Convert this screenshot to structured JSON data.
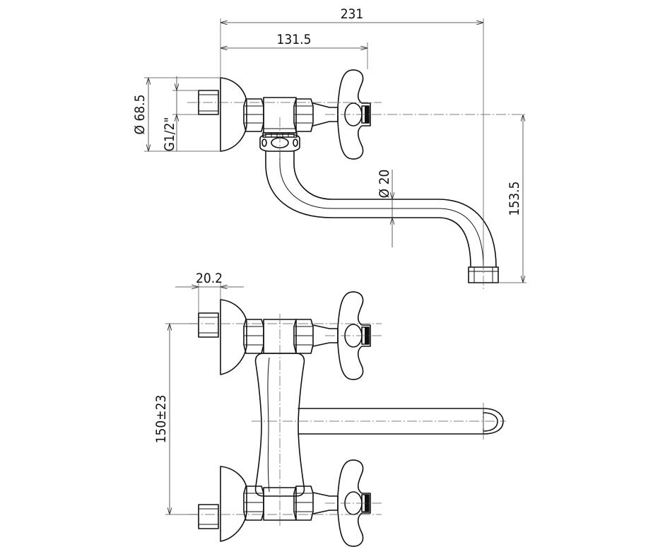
{
  "dimensions": {
    "overall_width": "231",
    "inlet_to_handle": "131.5",
    "flange_diameter": "Ø 68.5",
    "thread": "G1/2\"",
    "spout_diameter": "Ø 20",
    "spout_height": "153.5",
    "inlet_depth": "20.2",
    "center_distance": "150±23"
  }
}
